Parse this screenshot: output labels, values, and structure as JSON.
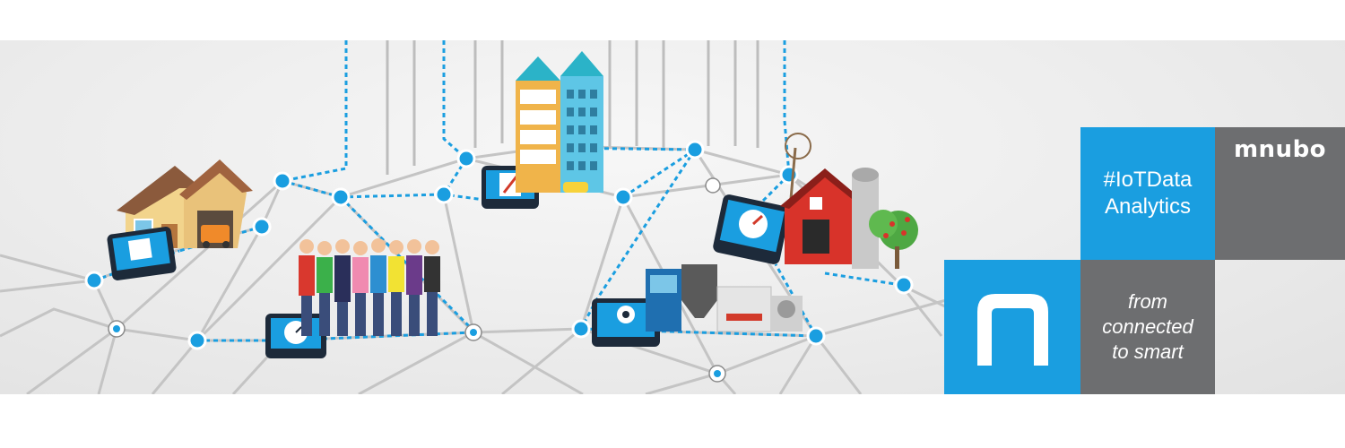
{
  "banner": {
    "hashtag_lines": [
      "#IoTData",
      "Analytics"
    ],
    "brand": "mnubo",
    "slogan_lines": [
      "from",
      "connected",
      "to smart"
    ]
  },
  "colors": {
    "accent_blue": "#1a9ee0",
    "tile_gray": "#6d6e70",
    "network_line": "#bdbdbd"
  },
  "icons": [
    "house-icon",
    "people-group-icon",
    "office-building-icon",
    "factory-machines-icon",
    "farm-barn-icon",
    "tablet-icon",
    "mnubo-logo-icon"
  ]
}
